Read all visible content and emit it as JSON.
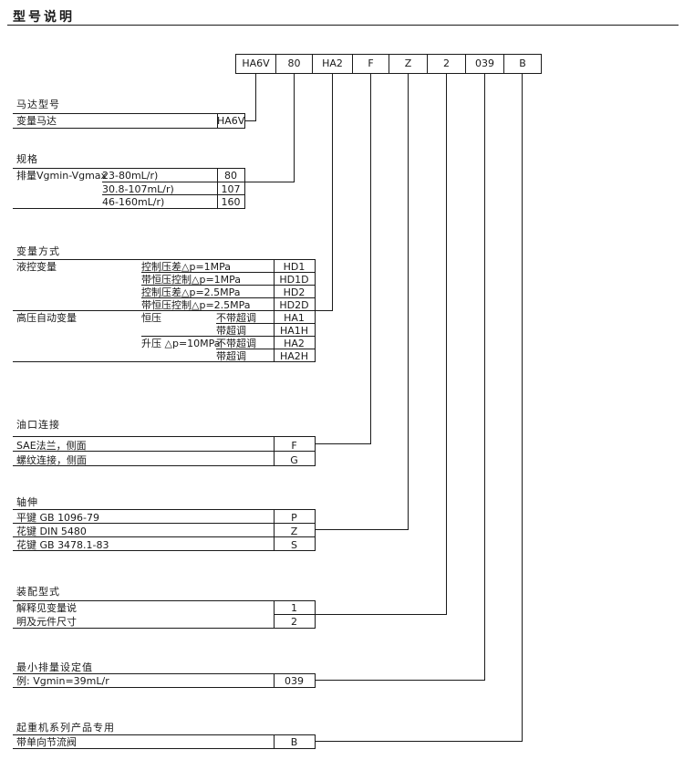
{
  "title": "型号说明",
  "colors": {
    "ink": "#1a1a1a",
    "background": "#ffffff"
  },
  "model_code": [
    "HA6V",
    "80",
    "HA2",
    "F",
    "Z",
    "2",
    "039",
    "B"
  ],
  "motor_model": {
    "title": "马达型号",
    "label": "变量马达",
    "value": "HA6V"
  },
  "spec": {
    "title": "规格",
    "group_label": "排量Vgmin-Vgmax",
    "rows": [
      {
        "label": "23-80mL/r)",
        "value": "80"
      },
      {
        "label": "30.8-107mL/r)",
        "value": "107"
      },
      {
        "label": "46-160mL/r)",
        "value": "160"
      }
    ]
  },
  "variable_mode": {
    "title": "变量方式",
    "group1_label": "液控变量",
    "group2_label": "高压自动变量",
    "rows": [
      {
        "mid": "控制压差△p=1MPa",
        "value": "HD1"
      },
      {
        "mid": "带恒压控制△p=1MPa",
        "value": "HD1D"
      },
      {
        "mid": "控制压差△p=2.5MPa",
        "value": "HD2"
      },
      {
        "mid": "带恒压控制△p=2.5MPa",
        "value": "HD2D"
      },
      {
        "mid": "恒压",
        "sub": "不带超调",
        "value": "HA1"
      },
      {
        "sub": "带超调",
        "value": "HA1H"
      },
      {
        "mid": "升压 △p=10MPa",
        "sub": "不带超调",
        "value": "HA2"
      },
      {
        "sub": "带超调",
        "value": "HA2H"
      }
    ]
  },
  "port": {
    "title": "油口连接",
    "rows": [
      {
        "label": "SAE法兰，侧面",
        "value": "F"
      },
      {
        "label": "螺纹连接，侧面",
        "value": "G"
      }
    ]
  },
  "shaft": {
    "title": "轴伸",
    "rows": [
      {
        "label": "平键 GB 1096-79",
        "value": "P"
      },
      {
        "label": "花键 DIN 5480",
        "value": "Z"
      },
      {
        "label": "花键 GB 3478.1-83",
        "value": "S"
      }
    ]
  },
  "assembly": {
    "title": "装配型式",
    "label_line1": "解释见变量说",
    "label_line2": "明及元件尺寸",
    "rows": [
      {
        "value": "1"
      },
      {
        "value": "2"
      }
    ]
  },
  "min_displacement": {
    "title": "最小排量设定值",
    "label": "例: Vgmin=39mL/r",
    "value": "039"
  },
  "crane": {
    "title": "起重机系列产品专用",
    "label": "带单向节流阀",
    "value": "B"
  }
}
